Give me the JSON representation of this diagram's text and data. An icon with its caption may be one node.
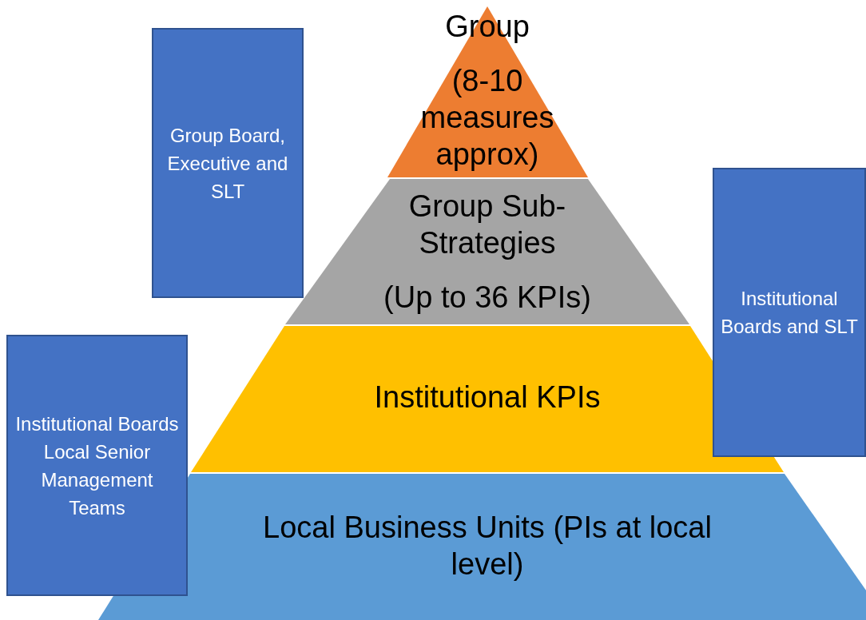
{
  "diagram": {
    "nodes": [
      {
        "text": [
          "Group",
          "(8-10 measures approx)"
        ]
      },
      {
        "text": [
          "Group Sub-Strategies",
          "(Up to 36 KPIs)"
        ]
      },
      {
        "text": [
          "Institutional KPIs"
        ]
      },
      {
        "text": [
          "Local Business Units (PIs at local level)"
        ]
      },
      {
        "text": [
          "Group Board, Executive and SLT"
        ]
      },
      {
        "text": [
          "Institutional Boards and SLT"
        ]
      },
      {
        "text": [
          "Institutional Boards Local Senior Management Teams"
        ]
      }
    ]
  }
}
